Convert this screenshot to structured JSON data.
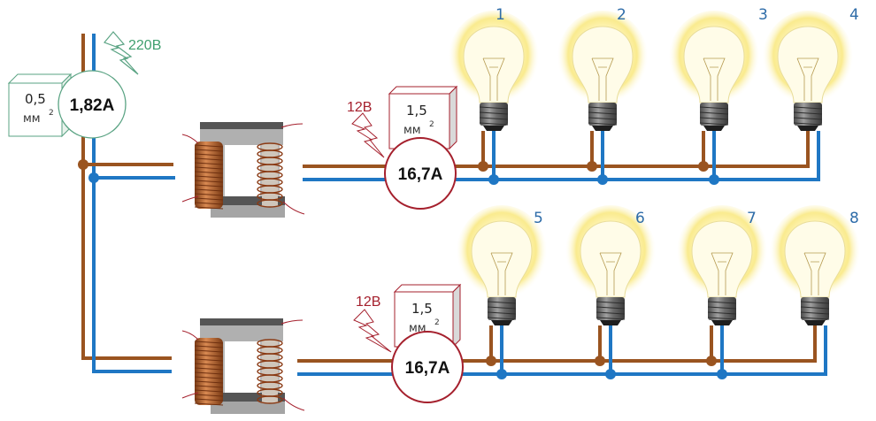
{
  "title": "Lighting circuit with two 220V to 12V transformers feeding eight lamps",
  "colors": {
    "phase_wire": "#9a5420",
    "neutral_wire": "#1f77c4",
    "primary_accent": "#5aa383",
    "secondary_accent": "#a5202d",
    "lamp_number": "#2e6ca8",
    "core": "#a8a8a8",
    "coil": "#b8642e"
  },
  "primary": {
    "voltage_label": "220В",
    "current_label": "1,82А",
    "section_value": "0,5",
    "section_unit": "мм",
    "section_exp": "2"
  },
  "branches": [
    {
      "name": "upper",
      "voltage_label": "12В",
      "current_label": "16,7А",
      "section_value": "1,5",
      "section_unit": "мм",
      "section_exp": "2",
      "lamps": [
        "1",
        "2",
        "3",
        "4"
      ]
    },
    {
      "name": "lower",
      "voltage_label": "12В",
      "current_label": "16,7А",
      "section_value": "1,5",
      "section_unit": "мм",
      "section_exp": "2",
      "lamps": [
        "5",
        "6",
        "7",
        "8"
      ]
    }
  ],
  "icons": [
    "lightning-bolt-icon",
    "transformer-icon",
    "light-bulb-icon",
    "current-meter-icon",
    "wire-section-box-icon"
  ]
}
